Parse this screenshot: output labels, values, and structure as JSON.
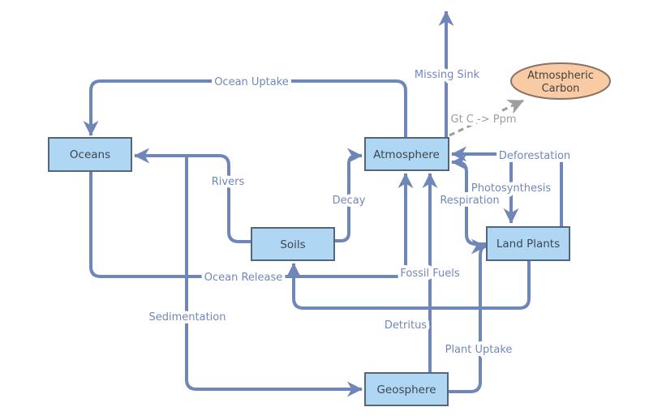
{
  "diagram": {
    "type": "flowchart",
    "background_color": "#ffffff",
    "nodes": {
      "oceans": {
        "label": "Oceans",
        "shape": "rectangle"
      },
      "atmosphere": {
        "label": "Atmosphere",
        "shape": "rectangle"
      },
      "soils": {
        "label": "Soils",
        "shape": "rectangle"
      },
      "land_plants": {
        "label": "Land Plants",
        "shape": "rectangle"
      },
      "geosphere": {
        "label": "Geosphere",
        "shape": "rectangle"
      },
      "atmospheric_carbon": {
        "label_line1": "Atmospheric",
        "label_line2": "Carbon",
        "shape": "ellipse"
      }
    },
    "edges": {
      "ocean_uptake": {
        "label": "Ocean Uptake",
        "from": "Atmosphere",
        "to": "Oceans"
      },
      "missing_sink": {
        "label": "Missing Sink",
        "from": "Atmosphere",
        "to": "(off-diagram, top)"
      },
      "gt_c_to_ppm": {
        "label": "Gt C -> Ppm",
        "from": "Atmosphere",
        "to": "Atmospheric Carbon",
        "style": "dashed"
      },
      "rivers": {
        "label": "Rivers",
        "from": "Soils",
        "to": "Oceans"
      },
      "decay": {
        "label": "Decay",
        "from": "Soils",
        "to": "Atmosphere"
      },
      "deforestation": {
        "label": "Deforestation",
        "from": "Land Plants",
        "to": "Atmosphere"
      },
      "photosynthesis": {
        "label": "Photosynthesis",
        "from": "Atmosphere",
        "to": "Land Plants"
      },
      "respiration": {
        "label": "Respiration",
        "from": "Land Plants",
        "to": "Atmosphere"
      },
      "ocean_release": {
        "label": "Ocean Release",
        "from": "Oceans",
        "to": "Atmosphere"
      },
      "fossil_fuels": {
        "label": "Fossil Fuels",
        "from": "Geosphere",
        "to": "Atmosphere"
      },
      "sedimentation": {
        "label": "Sedimentation",
        "from": "Oceans",
        "to": "Geosphere"
      },
      "detritus": {
        "label": "Detritus",
        "from": "Land Plants",
        "to": "Soils"
      },
      "plant_uptake": {
        "label": "Plant Uptake",
        "from": "Geosphere",
        "to": "Land Plants"
      }
    },
    "colors": {
      "connector": "#6F86B8",
      "edge_label_text": "#7287B8",
      "node_fill": "#AFD7F3",
      "node_border": "#56667A",
      "node_text": "#3E4550",
      "ellipse_fill": "#F8CBA4",
      "ellipse_border": "#8A7164",
      "ellipse_text": "#44403C",
      "dashed_connector": "#9E9E9E",
      "dashed_label_text": "#9E9E9E"
    }
  }
}
